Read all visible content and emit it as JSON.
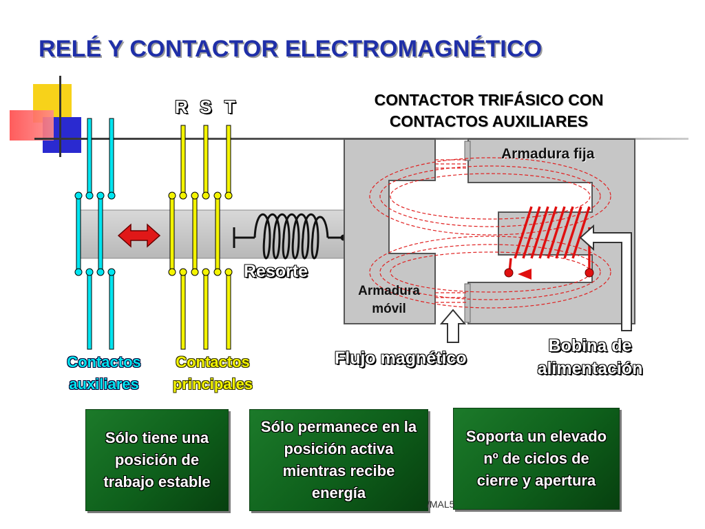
{
  "title": "RELÉ Y CONTACTOR ELECTROMAGNÉTICO",
  "subtitle_line1": "CONTACTOR TRIFÁSICO CON",
  "subtitle_line2": "CONTACTOS AUXILIARES",
  "phases": {
    "r": "R",
    "s": "S",
    "t": "T"
  },
  "labels": {
    "armadura_fija": "Armadura fija",
    "armadura_movil_1": "Armadura",
    "armadura_movil_2": "móvil",
    "resorte": "Resorte",
    "flujo": "Flujo magnético",
    "bobina_1": "Bobina de",
    "bobina_2": "alimentación",
    "aux_1": "Contactos",
    "aux_2": "auxiliares",
    "main_1": "Contactos",
    "main_2": "principales"
  },
  "notes": [
    "Sólo tiene una posición de trabajo estable",
    "Sólo permanece en la posición activa mientras recibe energía",
    "Soporta un elevado nº de ciclos de cierre y apertura"
  ],
  "footer": "/MAL5",
  "colors": {
    "title": "#1f2fa8",
    "aux": "#00e5f0",
    "main": "#f4f400",
    "coil": "#e01010",
    "box": "#0e6a1c"
  }
}
